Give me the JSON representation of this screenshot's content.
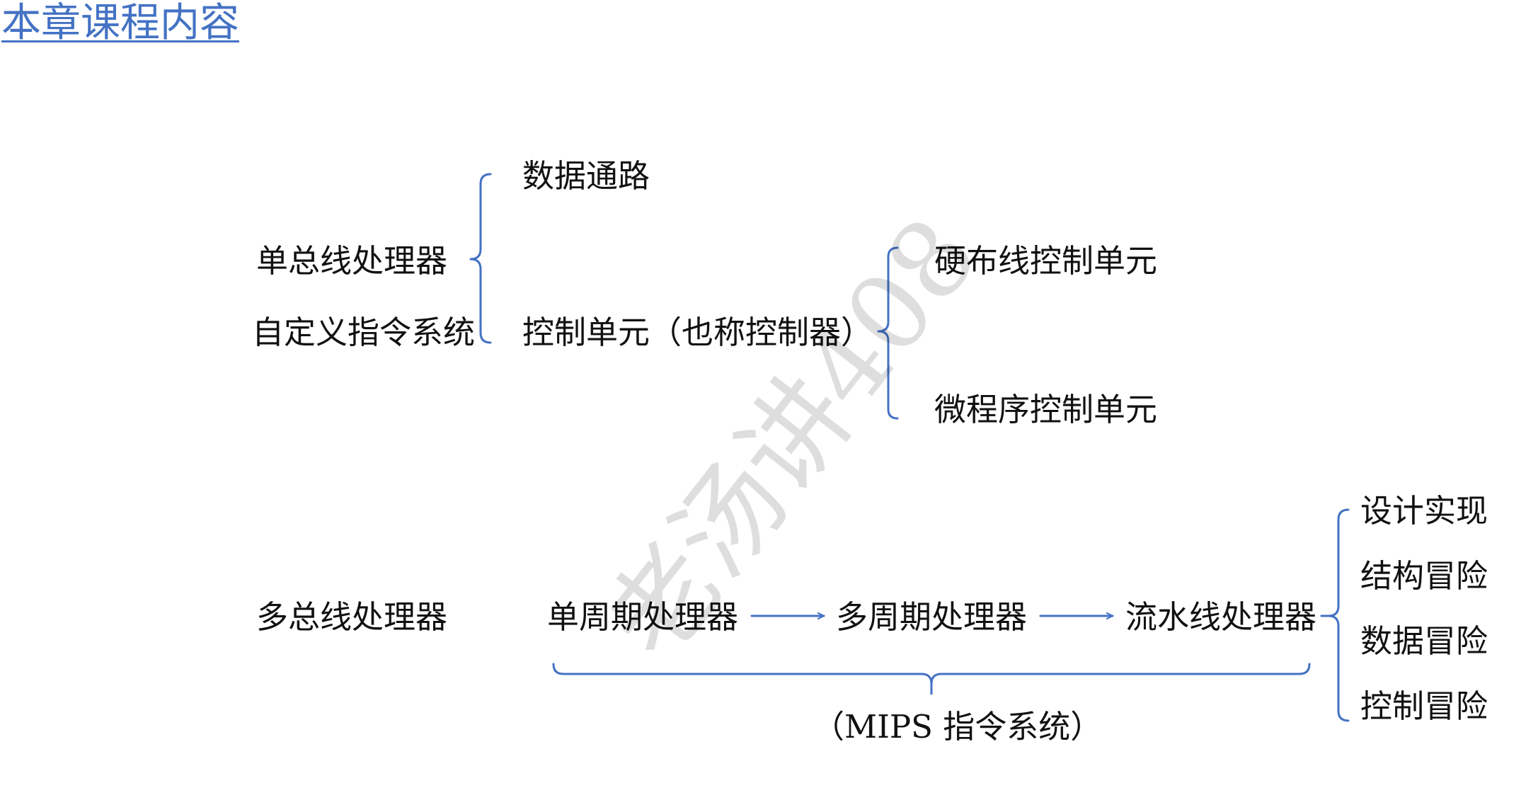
{
  "title": "本章课程内容",
  "watermark": "老汤讲408",
  "colors": {
    "accent": "#4472c4",
    "text": "#111111"
  },
  "single_bus": {
    "label": "单总线处理器",
    "isa": "自定义指令系统",
    "datapath": "数据通路",
    "control_unit": "控制单元（也称控制器）",
    "hardwired": "硬布线控制单元",
    "microprogram": "微程序控制单元"
  },
  "multi_bus": {
    "label": "多总线处理器",
    "single_cycle": "单周期处理器",
    "multi_cycle": "多周期处理器",
    "pipeline": "流水线处理器",
    "isa": "（MIPS 指令系统）",
    "pipeline_topics": [
      "设计实现",
      "结构冒险",
      "数据冒险",
      "控制冒险"
    ]
  }
}
